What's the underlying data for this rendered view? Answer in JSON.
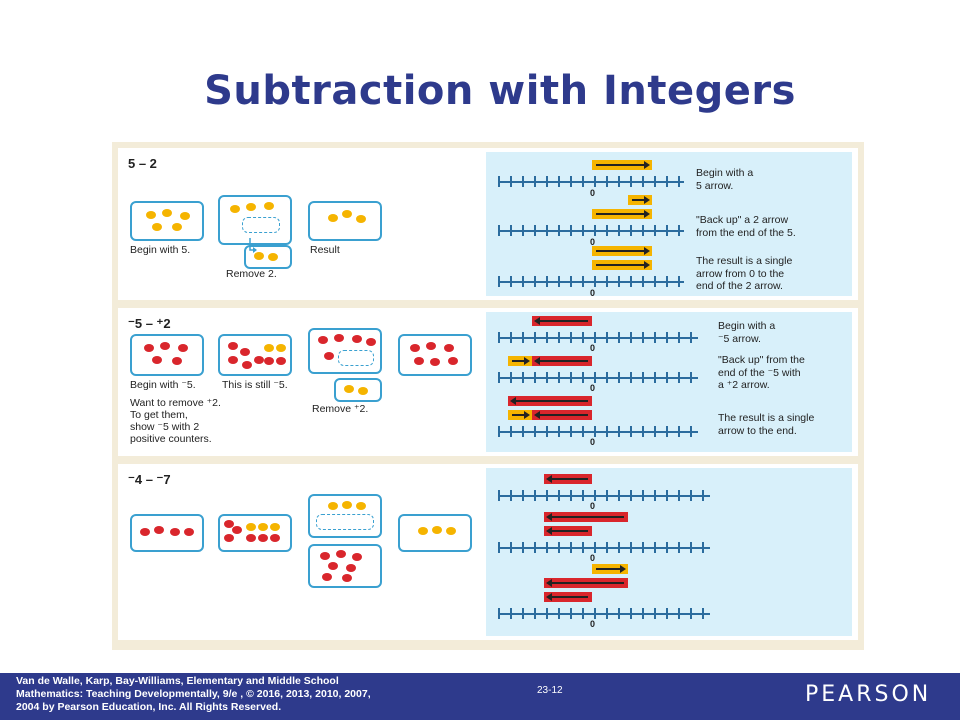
{
  "slide": {
    "title": "Subtraction with Integers"
  },
  "panels": [
    {
      "label": "5 – 2",
      "captions": [
        "Begin with 5.",
        "Remove 2.",
        "Result"
      ],
      "steps": [
        "Begin with a\n5 arrow.",
        "\"Back up\" a 2 arrow\nfrom the end of the 5.",
        "The result is a single\narrow from 0 to the\nend of the 2 arrow."
      ]
    },
    {
      "label": "⁻5 – ⁺2",
      "captions": [
        "Begin with ⁻5.",
        "This is still ⁻5.",
        "Remove ⁺2.",
        "Want to remove ⁺2.\nTo get them,\nshow ⁻5 with 2\npositive counters."
      ],
      "steps": [
        "Begin with a\n⁻5 arrow.",
        "\"Back up\" from the\nend of the ⁻5 with\na ⁺2 arrow.",
        "The result is a single\narrow to the end."
      ]
    },
    {
      "label": "⁻4 – ⁻7"
    }
  ],
  "number_line_zero": "0",
  "footer": {
    "citation": "Van de Walle, Karp, Bay-Williams, Elementary and Middle School\nMathematics: Teaching Developmentally, 9/e , © 2016, 2013, 2010, 2007,\n2004 by Pearson Education, Inc. All Rights Reserved.",
    "page_number": "23-12",
    "logo": "PEARSON"
  },
  "colors": {
    "title": "#2e3a8c",
    "footer_bg": "#2e3a8c",
    "positive_counter": "#f5b400",
    "negative_counter": "#d9262c",
    "panel_blue": "#d8f0fa"
  }
}
